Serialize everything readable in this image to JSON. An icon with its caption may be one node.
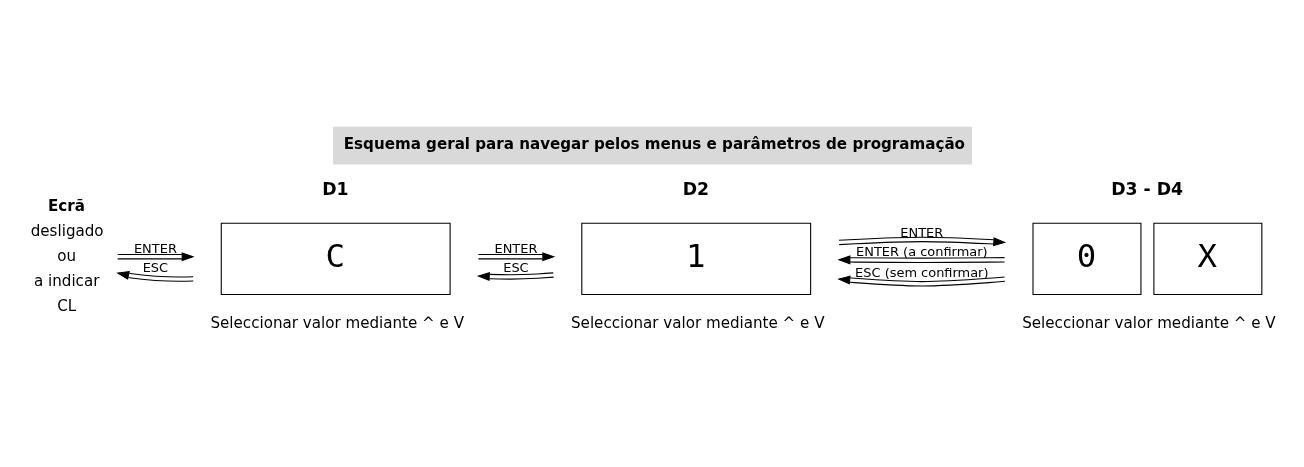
{
  "diagram": {
    "title": "Esquema geral para navegar pelos menus e parâmetros de programação",
    "nodes": [
      {
        "text": [
          "Ecrã",
          "desligado",
          "ou",
          "a indicar",
          "CL"
        ]
      },
      {
        "text": [
          "D1",
          "C"
        ],
        "beside": [
          "Seleccionar valor mediante ^ e V"
        ]
      },
      {
        "text": [
          "D2",
          "1"
        ],
        "beside": [
          "Seleccionar valor mediante ^ e V"
        ]
      },
      {
        "text": [
          "D3 - D4",
          "0",
          "X"
        ],
        "beside": [
          "Seleccionar valor mediante ^ e V"
        ]
      }
    ],
    "edges": [
      {
        "from": 0,
        "to": 1,
        "arrow": "to",
        "label": "ENTER"
      },
      {
        "from": 1,
        "to": 0,
        "arrow": "to",
        "label": "ESC"
      },
      {
        "from": 1,
        "to": 2,
        "arrow": "to",
        "label": "ENTER"
      },
      {
        "from": 2,
        "to": 1,
        "arrow": "to",
        "label": "ESC"
      },
      {
        "from": 2,
        "to": 3,
        "arrow": "to",
        "label": "ENTER"
      },
      {
        "from": 3,
        "to": 2,
        "arrow": "to",
        "label": "ENTER (a confirmar)"
      },
      {
        "from": 3,
        "to": 2,
        "arrow": "to",
        "label": "ESC (sem confirmar)"
      }
    ]
  }
}
